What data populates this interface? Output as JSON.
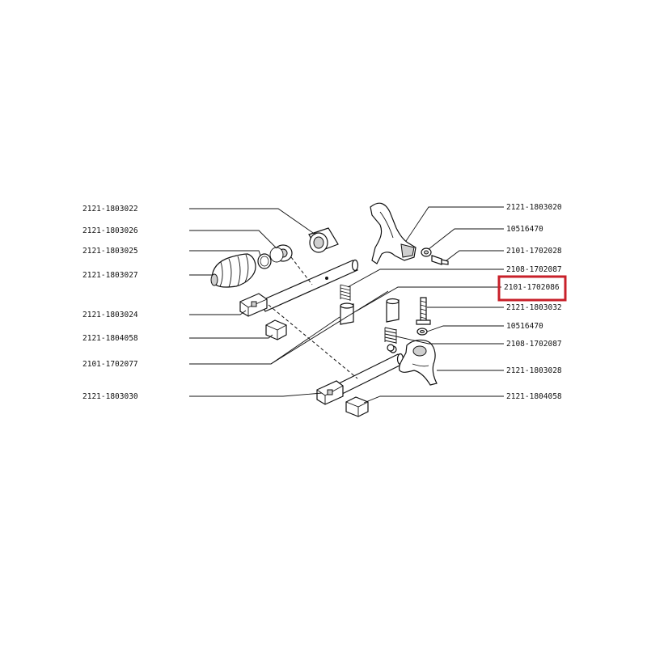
{
  "labels": {
    "l1": "2121-1803022",
    "l2": "2121-1803026",
    "l3": "2121-1803025",
    "l4": "2121-1803027",
    "l5": "2121-1803024",
    "l6": "2121-1804058",
    "l7": "2101-1702077",
    "l8": "2121-1803030",
    "r1": "2121-1803020",
    "r2": "10516470",
    "r3": "2101-1702028",
    "r4": "2108-1702087",
    "r5": "2101-1702086",
    "r6": "2121-1803032",
    "r7": "10516470",
    "r8": "2108-1702087",
    "r9": "2121-1803028",
    "r10": "2121-1804058"
  },
  "highlight": {
    "target": "r5",
    "color": "#c8202a"
  }
}
